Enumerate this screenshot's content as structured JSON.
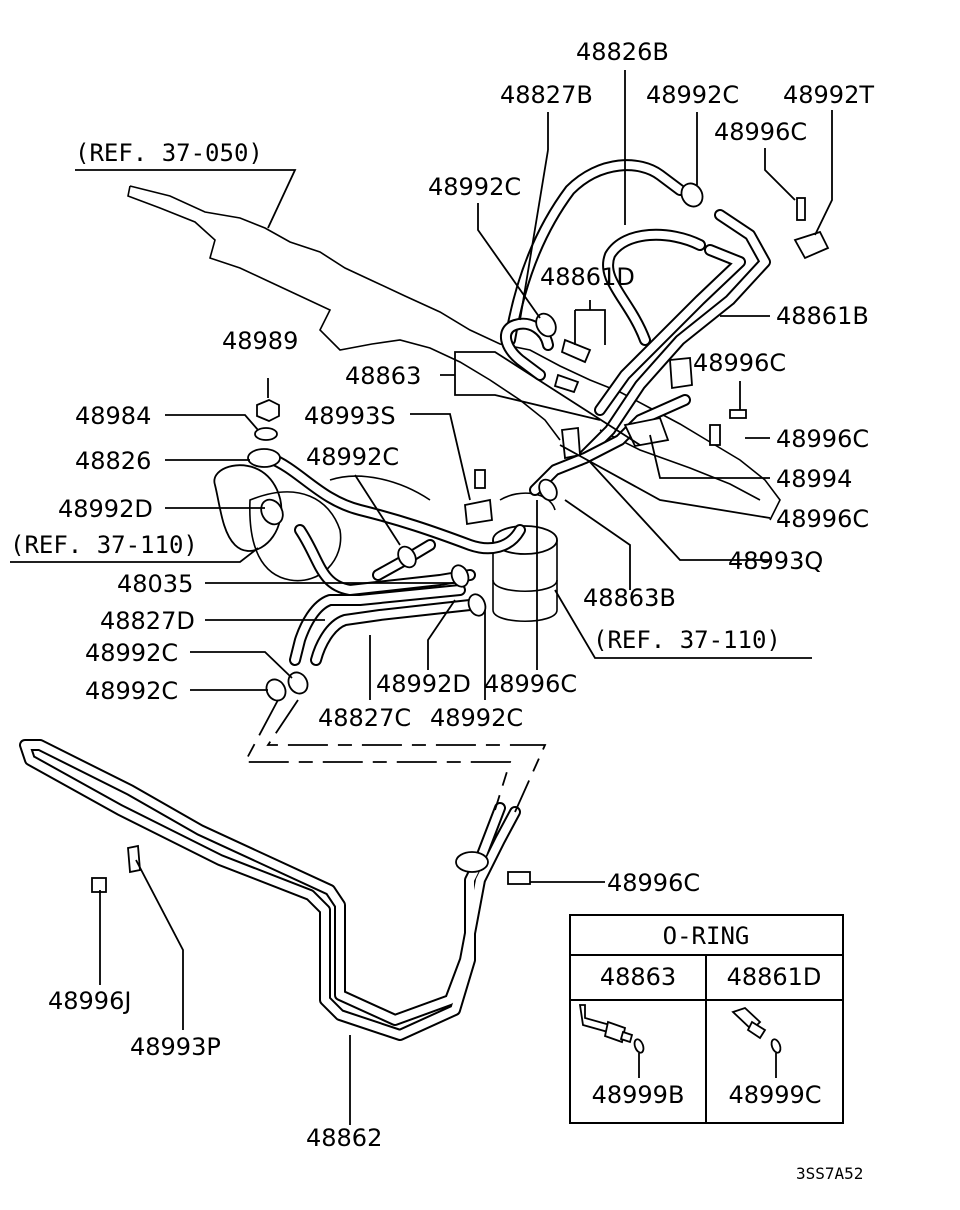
{
  "labels": {
    "l48826B": "48826B",
    "l48827B": "48827B",
    "l48992C_top": "48992C",
    "l48992T": "48992T",
    "l48996C_top": "48996C",
    "ref37050": "(REF. 37-050)",
    "l48992C_mid": "48992C",
    "l48861D": "48861D",
    "l48861B": "48861B",
    "l48989": "48989",
    "l48863": "48863",
    "l48996C_r1": "48996C",
    "l48984": "48984",
    "l48993S": "48993S",
    "l48996C_r2": "48996C",
    "l48826": "48826",
    "l48992C_c": "48992C",
    "l48994": "48994",
    "l48992D_l": "48992D",
    "l48996C_r3": "48996C",
    "ref37110_l": "(REF. 37-110)",
    "l48993Q": "48993Q",
    "l48035": "48035",
    "l48863B": "48863B",
    "l48827D": "48827D",
    "ref37110_r": "(REF. 37-110)",
    "l48992C_l1": "48992C",
    "l48992D_c": "48992D",
    "l48996C_c": "48996C",
    "l48992C_l2": "48992C",
    "l48827C": "48827C",
    "l48992C_b": "48992C",
    "l48996C_low": "48996C",
    "l48996J": "48996J",
    "l48993P": "48993P",
    "l48862": "48862",
    "code": "3SS7A52"
  },
  "oring_table": {
    "title": "O-RING",
    "col1": "48863",
    "col2": "48861D",
    "part1": "48999B",
    "part2": "48999C"
  }
}
